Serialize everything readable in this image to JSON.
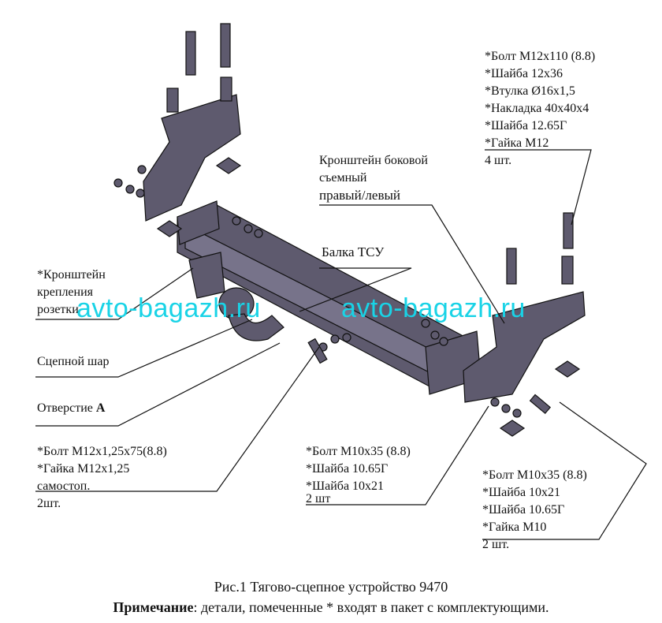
{
  "callouts": {
    "top_right": {
      "lines": [
        "*Болт М12х110 (8.8)",
        "*Шайба 12х36",
        "*Втулка Ø16х1,5",
        "*Накладка 40х40х4",
        "*Шайба 12.65Г",
        "*Гайка М12"
      ],
      "qty": "4 шт."
    },
    "bracket_side": {
      "lines": [
        "Кронштейн боковой",
        "съемный",
        "правый/левый"
      ]
    },
    "beam": {
      "label": "Балка ТСУ"
    },
    "socket_bracket": {
      "lines": [
        "*Кронштейн",
        "крепления",
        "розетки"
      ]
    },
    "ball": {
      "label": "Сцепной шар"
    },
    "hole": {
      "prefix": "Отверстие ",
      "bold": "А"
    },
    "bottom_left": {
      "lines": [
        "*Болт М12х1,25х75(8.8)",
        "*Гайка М12х1,25",
        "самостоп."
      ],
      "qty": "2шт."
    },
    "bottom_mid": {
      "lines": [
        "*Болт М10х35 (8.8)",
        "*Шайба 10.65Г",
        "*Шайба 10х21"
      ],
      "qty": "2 шт"
    },
    "bottom_right": {
      "lines": [
        "*Болт М10х35 (8.8)",
        "*Шайба 10х21",
        "*Шайба 10.65Г",
        "*Гайка М10"
      ],
      "qty": "2 шт."
    }
  },
  "watermark": [
    "avto-bagazh.ru",
    "avto-bagazh.ru"
  ],
  "caption": "Рис.1 Тягово-сцепное устройство 9470",
  "note": {
    "bold": "Примечание",
    "text": ": детали, помеченные * входят в пакет с комплектующими."
  },
  "colors": {
    "part_fill": "#5e5a6e",
    "watermark": "#19d3e6"
  }
}
